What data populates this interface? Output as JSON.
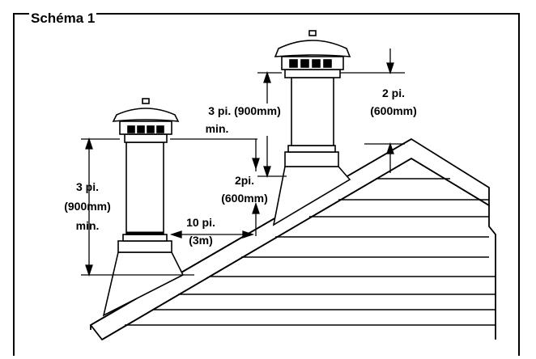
{
  "diagram": {
    "title": "Schéma 1",
    "labels": {
      "left_height_line1": "3 pi.",
      "left_height_line2": "(900mm)",
      "left_height_line3": "min.",
      "right_height_line1": "3 pi. (900mm)",
      "right_height_line2": "min.",
      "top_clearance_line1": "2 pi.",
      "top_clearance_line2": "(600mm)",
      "mid_clearance_line1": "2pi.",
      "mid_clearance_line2": "(600mm)",
      "horizontal_line1": "10 pi.",
      "horizontal_line2": "(3m)"
    }
  }
}
